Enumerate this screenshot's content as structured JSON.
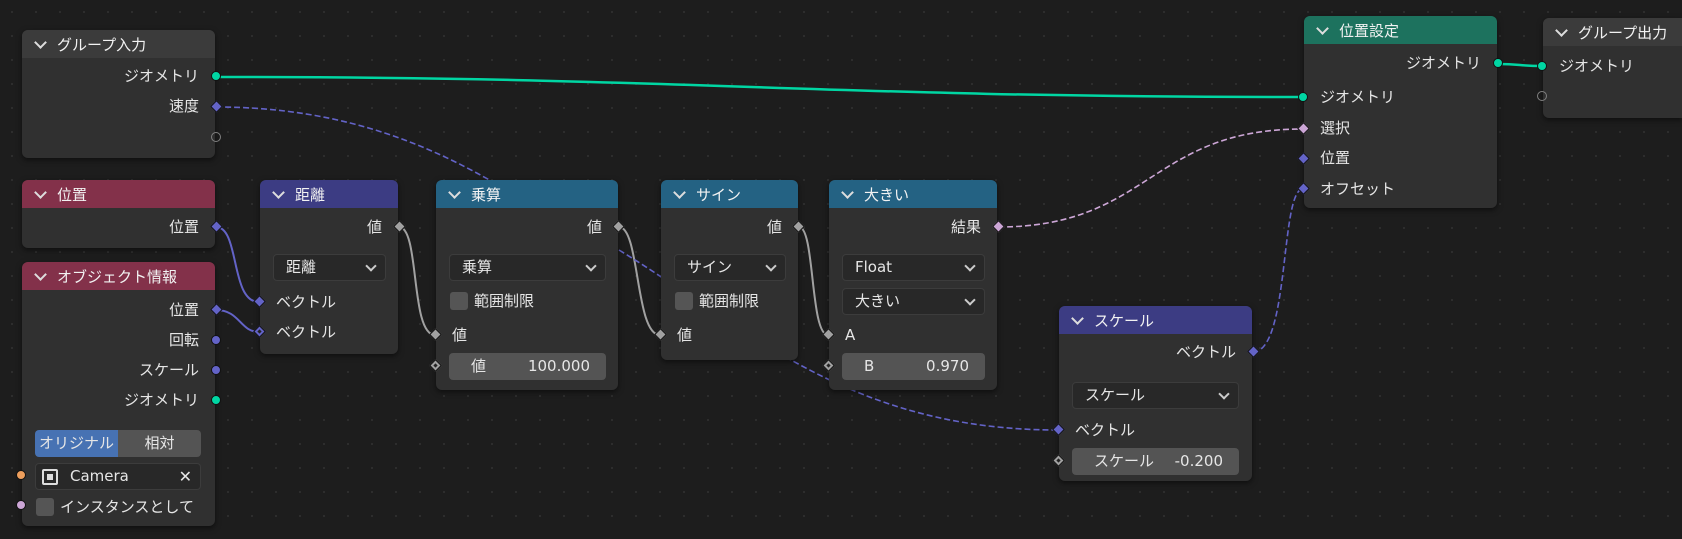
{
  "colors": {
    "geometry": "#00d6a3",
    "vector": "#6363c7",
    "float": "#a1a1a1",
    "boolean": "#cca6d6",
    "object": "#ed9e5c",
    "header_input": "#83314a",
    "header_vector": "#3c3c83",
    "header_converter": "#246283",
    "header_geometry": "#1d725e",
    "header_group": "#3b3b3b"
  },
  "nodes": {
    "group_input": {
      "title": "グループ入力",
      "geometry": "ジオメトリ",
      "speed": "速度"
    },
    "position": {
      "title": "位置",
      "output": "位置"
    },
    "object_info": {
      "title": "オブジェクト情報",
      "out_location": "位置",
      "out_rotation": "回転",
      "out_scale": "スケール",
      "out_geometry": "ジオメトリ",
      "mode_original": "オリジナル",
      "mode_relative": "相対",
      "object_value": "Camera",
      "as_instance": "インスタンスとして"
    },
    "distance": {
      "title": "距離",
      "output": "値",
      "operation": "距離",
      "in_a": "ベクトル",
      "in_b": "ベクトル"
    },
    "multiply": {
      "title": "乗算",
      "output": "値",
      "operation": "乗算",
      "clamp": "範囲制限",
      "in_a": "値",
      "field_label": "値",
      "field_value": "100.000"
    },
    "sine": {
      "title": "サイン",
      "output": "値",
      "operation": "サイン",
      "clamp": "範囲制限",
      "in_a": "値"
    },
    "greater": {
      "title": "大きい",
      "output": "結果",
      "data_type": "Float",
      "operation": "大きい",
      "in_a": "A",
      "field_label": "B",
      "field_value": "0.970"
    },
    "scale": {
      "title": "スケール",
      "output": "ベクトル",
      "operation": "スケール",
      "in_vector": "ベクトル",
      "field_label": "スケール",
      "field_value": "-0.200"
    },
    "set_position": {
      "title": "位置設定",
      "output": "ジオメトリ",
      "in_geometry": "ジオメトリ",
      "in_selection": "選択",
      "in_position": "位置",
      "in_offset": "オフセット"
    },
    "group_output": {
      "title": "グループ出力",
      "geometry": "ジオメトリ"
    }
  }
}
